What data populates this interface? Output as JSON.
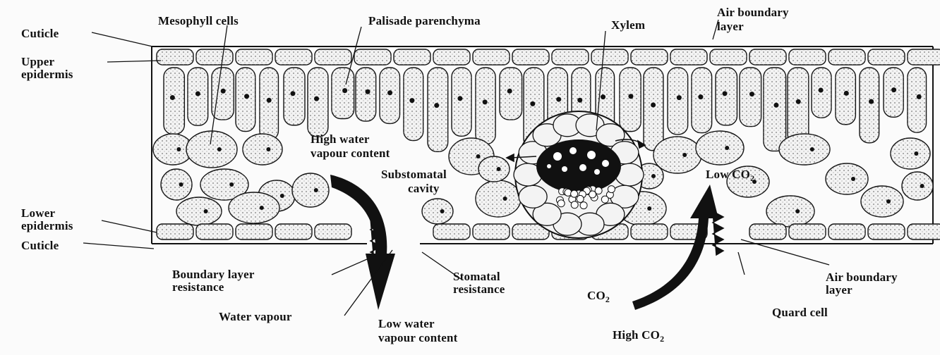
{
  "labels": {
    "cuticle_top": "Cuticle",
    "upper_epidermis_1": "Upper",
    "upper_epidermis_2": "epidermis",
    "mesophyll": "Mesophyll cells",
    "palisade": "Palisade parenchyma",
    "xylem": "Xylem",
    "air_boundary_top_1": "Air boundary",
    "air_boundary_top_2": "layer",
    "high_water_1": "High water",
    "high_water_2": "vapour content",
    "substomatal_1": "Substomatal",
    "substomatal_2": "cavity",
    "low_co2_text": "Low CO",
    "low_co2_sub": "2",
    "lower_epidermis_1": "Lower",
    "lower_epidermis_2": "epidermis",
    "cuticle_bottom": "Cuticle",
    "boundary_res_1": "Boundary layer",
    "boundary_res_2": "resistance",
    "stomatal_res_1": "Stomatal",
    "stomatal_res_2": "resistance",
    "co2_text": "CO",
    "co2_sub": "2",
    "air_boundary_bottom_1": "Air boundary",
    "air_boundary_bottom_2": "layer",
    "water_vapour": "Water vapour",
    "low_water_1": "Low water",
    "low_water_2": "vapour content",
    "quard_cell": "Quard cell",
    "high_co2_text": "High CO",
    "high_co2_sub": "2"
  },
  "colors": {
    "ink": "#111111",
    "cell_fill": "#f3f3f3",
    "xylem_dark": "#151515",
    "faded_text": "#c9c9c9"
  }
}
